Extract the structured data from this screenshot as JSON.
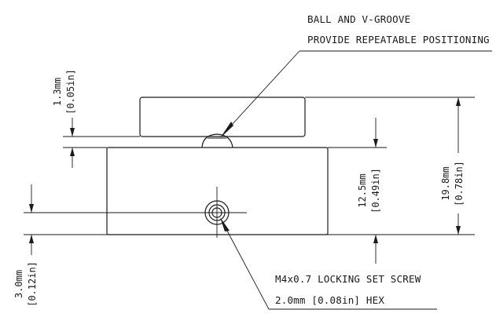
{
  "callouts": {
    "groove": {
      "line1": "BALL AND V-GROOVE",
      "line2": "PROVIDE REPEATABLE POSITIONING"
    },
    "screw": {
      "line1": "M4x0.7 LOCKING SET SCREW",
      "line2": "2.0mm [0.08in] HEX"
    }
  },
  "dimensions": {
    "gap": {
      "mm": "1.3mm",
      "in": "[0.05in]"
    },
    "base_height": {
      "mm": "12.5mm",
      "in": "[0.49in]"
    },
    "total_height": {
      "mm": "19.8mm",
      "in": "[0.78in]"
    },
    "screw_offset": {
      "mm": "3.0mm",
      "in": "[0.12in]"
    }
  }
}
